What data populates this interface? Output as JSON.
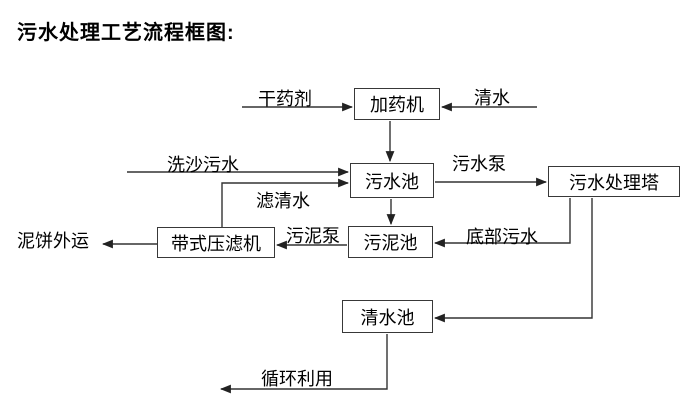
{
  "title": "污水处理工艺流程框图:",
  "colors": {
    "background": "#ffffff",
    "line": "#333333",
    "box_border": "#383838",
    "text": "#000000"
  },
  "nodes": {
    "dosing_machine": "加药机",
    "sewage_pool": "污水池",
    "treatment_tower": "污水处理塔",
    "sludge_pool": "污泥池",
    "belt_filter_press": "带式压滤机",
    "clean_water_pool": "清水池"
  },
  "flow_labels": {
    "dry_chemical": "干药剂",
    "clean_water": "清水",
    "sand_washing_sewage": "洗沙污水",
    "filtered_water": "滤清水",
    "sewage_pump": "污水泵",
    "bottom_sewage": "底部污水",
    "sludge_pump": "污泥泵",
    "mud_cake_out": "泥饼外运",
    "recycle_use": "循环利用"
  }
}
